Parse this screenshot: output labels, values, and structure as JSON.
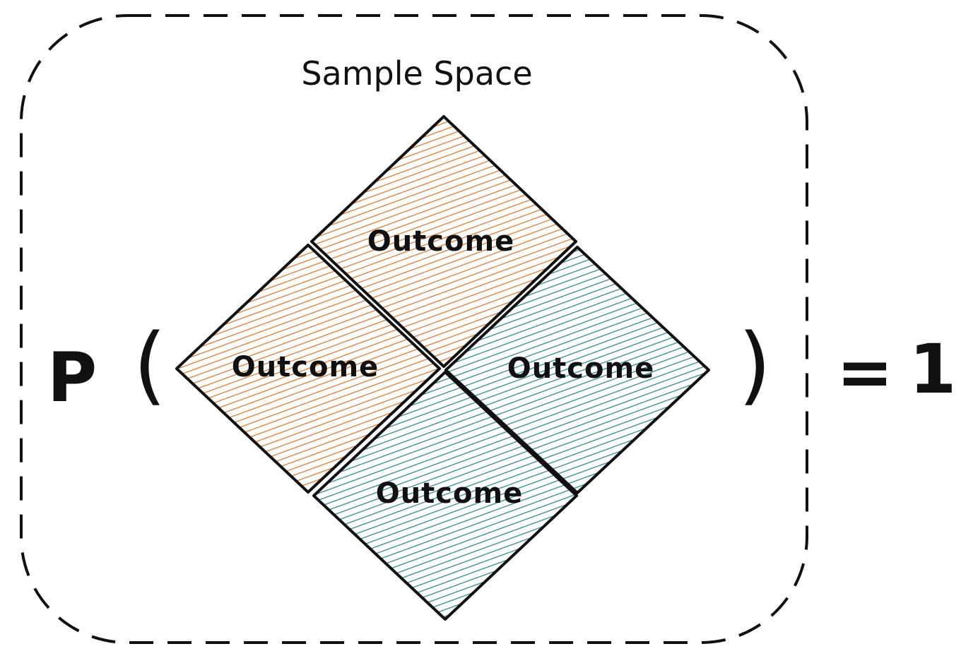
{
  "sample_space": {
    "title": "Sample Space",
    "outcomes": [
      {
        "label": "Outcome",
        "color": "#e07a2e"
      },
      {
        "label": "Outcome",
        "color": "#e07a2e"
      },
      {
        "label": "Outcome",
        "color": "#2f8a96"
      },
      {
        "label": "Outcome",
        "color": "#2f8a96"
      }
    ]
  },
  "equation": {
    "p": "P",
    "open_paren": "(",
    "close_paren": ")",
    "equals": "=",
    "result": "1"
  },
  "colors": {
    "ink": "#111111",
    "orange": "#e07a2e",
    "teal": "#2f8a96"
  }
}
